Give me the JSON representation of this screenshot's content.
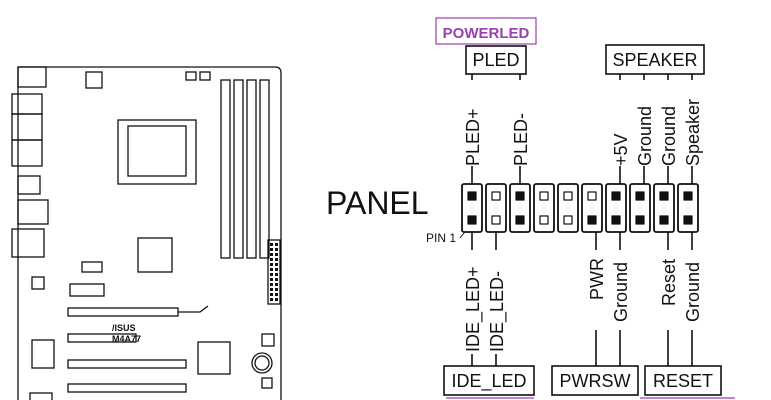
{
  "header": {
    "panel_label": "PANEL",
    "pin1_label": "PIN 1"
  },
  "board": {
    "brand": "/ISUS",
    "model": "M4A77"
  },
  "top_groups": [
    {
      "title": "PLED",
      "callout": "POWERLED",
      "pins": [
        "PLED+",
        "PLED-"
      ]
    },
    {
      "title": "SPEAKER",
      "pins": [
        "+5V",
        "Ground",
        "Ground",
        "Speaker"
      ]
    }
  ],
  "bottom_groups": [
    {
      "title": "IDE_LED",
      "pins": [
        "IDE_LED+",
        "IDE_LED-"
      ]
    },
    {
      "title": "PWRSW",
      "pins": [
        "PWR",
        "Ground"
      ]
    },
    {
      "title": "RESET",
      "pins": [
        "Reset",
        "Ground"
      ]
    }
  ],
  "colors": {
    "line": "#111111",
    "callout": "#9b3fb0"
  }
}
